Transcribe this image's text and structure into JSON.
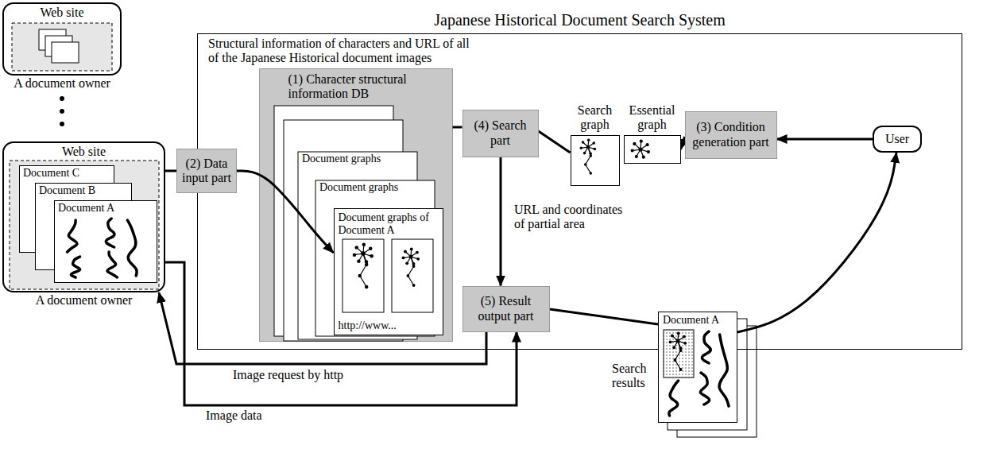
{
  "diagram": {
    "nodes": [
      {
        "text": [
          "Web site",
          "A document owner"
        ]
      },
      {
        "text": [
          "Web site",
          "A document owner"
        ]
      },
      {
        "text": [
          "Document C"
        ],
        "in": 1
      },
      {
        "text": [
          "Document B"
        ],
        "in": 1
      },
      {
        "text": [
          "Document A"
        ],
        "in": 1
      },
      {
        "text": [
          "(2) Data input part"
        ]
      },
      {
        "text": [
          "Japanese Historical Document Search System"
        ]
      },
      {
        "text": [
          "(1) Character structural information DB"
        ],
        "in": 6
      },
      {
        "text": [
          "Document graphs of Document A",
          "http://www..."
        ],
        "in": 7
      },
      {
        "text": [
          "(4) Search part"
        ],
        "in": 6
      },
      {
        "text": [
          "Search graph"
        ],
        "in": 6
      },
      {
        "text": [
          "Essential graph"
        ],
        "in": 6
      },
      {
        "text": [
          "(3) Condition generation part"
        ],
        "in": 6
      },
      {
        "text": [
          "User"
        ]
      },
      {
        "text": [
          "(5) Result output part"
        ],
        "in": 6
      },
      {
        "text": [
          "Document A"
        ]
      }
    ],
    "edges": [
      {
        "from": 1,
        "to": 5,
        "arrow": "none"
      },
      {
        "from": 5,
        "to": 8,
        "arrow": "to"
      },
      {
        "from": 7,
        "to": 9,
        "arrow": "none"
      },
      {
        "from": 9,
        "to": 10,
        "arrow": "none"
      },
      {
        "from": 12,
        "to": 11,
        "arrow": "to"
      },
      {
        "from": 13,
        "to": 12,
        "arrow": "to"
      },
      {
        "from": 9,
        "to": 14,
        "label": "URL and coordinates of partial area",
        "arrow": "to"
      },
      {
        "from": 14,
        "to": 15,
        "arrow": "none"
      },
      {
        "from": 15,
        "to": 13,
        "arrow": "to"
      },
      {
        "from": 14,
        "to": 1,
        "label": "Image request by http",
        "arrow": "to"
      },
      {
        "from": 1,
        "to": 14,
        "label": "Image data",
        "arrow": "to"
      }
    ],
    "labels": [
      "Structural information of characters and URL of all of the Japanese Historical document images",
      "Document graphs",
      "Document graphs",
      "Search results"
    ]
  }
}
